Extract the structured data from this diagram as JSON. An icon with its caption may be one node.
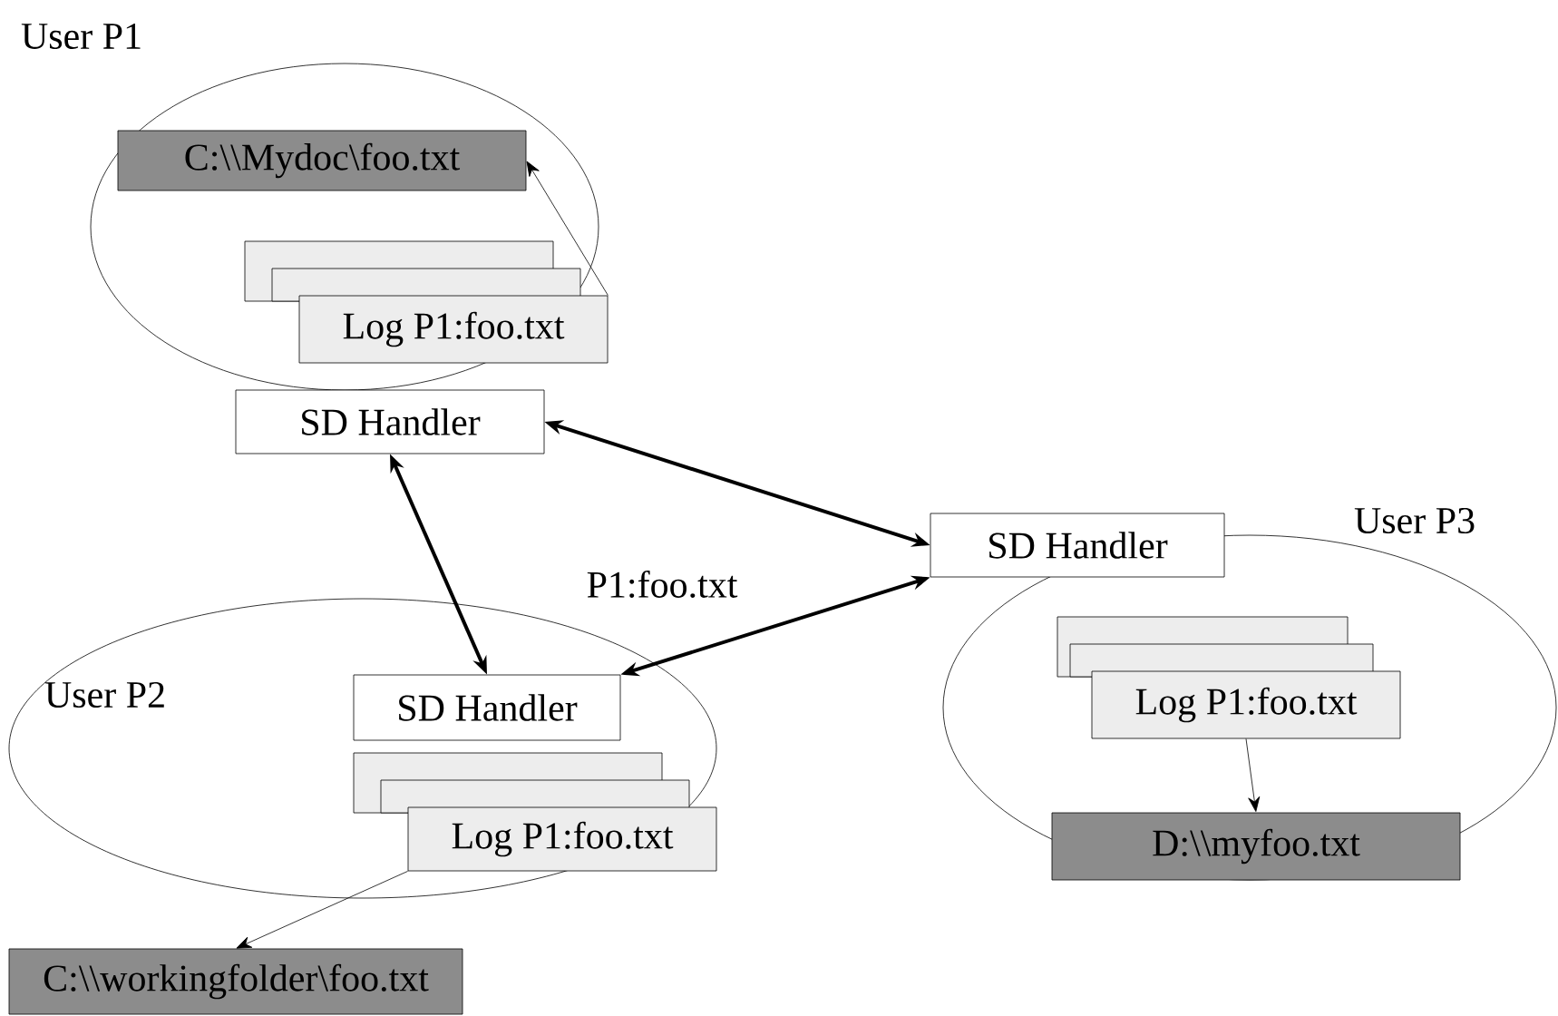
{
  "diagram": {
    "nodes": [
      {
        "text": [
          "User P1"
        ]
      },
      {
        "text": [
          "C:\\\\Mydoc\\foo.txt"
        ],
        "in": 0
      },
      {
        "text": [],
        "shape": "box",
        "in": 0
      },
      {
        "text": [],
        "shape": "box",
        "in": 0
      },
      {
        "text": [
          "Log P1:foo.txt"
        ],
        "in": 0
      },
      {
        "text": [
          "SD Handler"
        ]
      },
      {
        "text": [
          "User P3"
        ]
      },
      {
        "text": [
          "SD Handler"
        ]
      },
      {
        "text": [],
        "shape": "box",
        "in": 6
      },
      {
        "text": [],
        "shape": "box",
        "in": 6
      },
      {
        "text": [
          "Log P1:foo.txt"
        ],
        "in": 6
      },
      {
        "text": [
          "D:\\\\myfoo.txt"
        ],
        "in": 6
      },
      {
        "text": [
          "User P2"
        ]
      },
      {
        "text": [
          "SD Handler"
        ],
        "in": 12
      },
      {
        "text": [],
        "shape": "box",
        "in": 12
      },
      {
        "text": [],
        "shape": "box",
        "in": 12
      },
      {
        "text": [
          "Log P1:foo.txt"
        ],
        "in": 12
      },
      {
        "text": [
          "C:\\\\workingfolder\\foo.txt"
        ]
      }
    ],
    "edges": [
      {
        "from": 4,
        "to": 1,
        "arrow": "to"
      },
      {
        "from": 5,
        "to": 7,
        "arrow": "both",
        "style": "thick"
      },
      {
        "from": 5,
        "to": 13,
        "arrow": "both",
        "style": "thick"
      },
      {
        "from": 13,
        "to": 7,
        "arrow": "both",
        "style": "thick",
        "label": "P1:foo.txt"
      },
      {
        "from": 10,
        "to": 11,
        "arrow": "to"
      },
      {
        "from": 16,
        "to": 17,
        "arrow": "to"
      }
    ]
  }
}
